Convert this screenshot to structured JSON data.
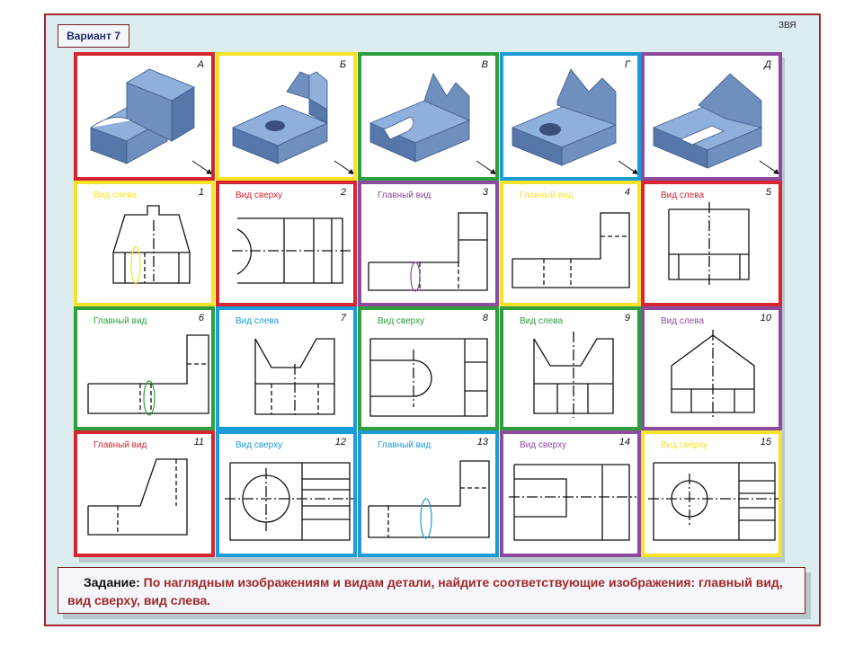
{
  "header": {
    "variant": "Вариант 7",
    "corner_tag": "ЗВЯ"
  },
  "colors": {
    "red": "#d6262f",
    "yellow": "#f7e22a",
    "green": "#2f9e3e",
    "blue": "#1d9bd6",
    "purple": "#8e4a9e",
    "frame": "#a3272a",
    "panel": "#dcecef",
    "solid_fill": "#7f9fcf"
  },
  "solids": [
    {
      "letter": "А",
      "border": "red",
      "shape": "A"
    },
    {
      "letter": "Б",
      "border": "yellow",
      "shape": "B"
    },
    {
      "letter": "В",
      "border": "green",
      "shape": "V"
    },
    {
      "letter": "Г",
      "border": "blue",
      "shape": "G"
    },
    {
      "letter": "Д",
      "border": "purple",
      "shape": "D"
    }
  ],
  "views": [
    {
      "num": "1",
      "label": "Вид слева",
      "label_color": "yellow",
      "border": "yellow",
      "shape": "v1"
    },
    {
      "num": "2",
      "label": "Вид сверху",
      "label_color": "red",
      "border": "red",
      "shape": "v2"
    },
    {
      "num": "3",
      "label": "Главный вид",
      "label_color": "purple",
      "border": "purple",
      "shape": "v3"
    },
    {
      "num": "4",
      "label": "Главный вид",
      "label_color": "yellow",
      "border": "yellow",
      "shape": "v4"
    },
    {
      "num": "5",
      "label": "Вид слева",
      "label_color": "red",
      "border": "red",
      "shape": "v5"
    },
    {
      "num": "6",
      "label": "Главный вид",
      "label_color": "green",
      "border": "green",
      "shape": "v6"
    },
    {
      "num": "7",
      "label": "Вид слева",
      "label_color": "blue",
      "border": "blue",
      "shape": "v7"
    },
    {
      "num": "8",
      "label": "Вид сверху",
      "label_color": "green",
      "border": "green",
      "shape": "v8"
    },
    {
      "num": "9",
      "label": "Вид слева",
      "label_color": "green",
      "border": "green",
      "shape": "v9"
    },
    {
      "num": "10",
      "label": "Вид слева",
      "label_color": "purple",
      "border": "purple",
      "shape": "v10"
    },
    {
      "num": "11",
      "label": "Главный вид",
      "label_color": "red",
      "border": "red",
      "shape": "v11"
    },
    {
      "num": "12",
      "label": "Вид сверху",
      "label_color": "blue",
      "border": "blue",
      "shape": "v12"
    },
    {
      "num": "13",
      "label": "Главный вид",
      "label_color": "blue",
      "border": "blue",
      "shape": "v13"
    },
    {
      "num": "14",
      "label": "Вид сверху",
      "label_color": "purple",
      "border": "purple",
      "shape": "v14"
    },
    {
      "num": "15",
      "label": "Вид сверху",
      "label_color": "yellow",
      "border": "yellow",
      "shape": "v15"
    }
  ],
  "task": {
    "head": "Задание:",
    "body": "По наглядным изображениям и видам детали, найдите соответствующие изображения: главный вид, вид сверху, вид слева."
  }
}
